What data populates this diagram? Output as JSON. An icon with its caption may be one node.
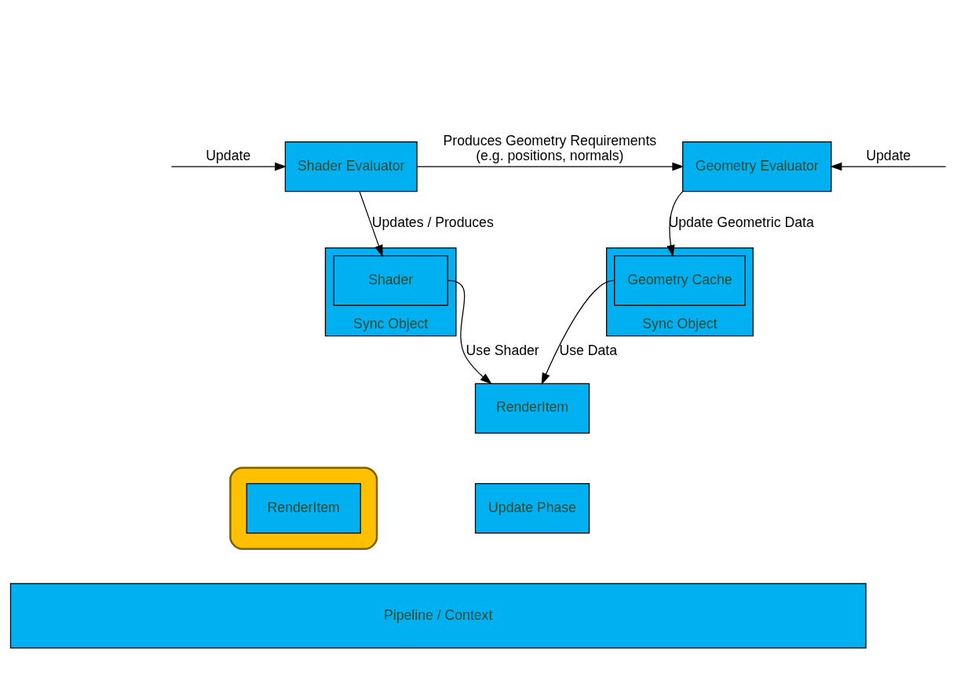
{
  "diagram": {
    "nodes": [
      {
        "text": [
          "Shader Evaluator"
        ]
      },
      {
        "text": [
          "Geometry Evaluator"
        ]
      },
      {
        "text": [
          "Sync Object"
        ]
      },
      {
        "text": [
          "Shader"
        ],
        "in": 2
      },
      {
        "text": [
          "Sync Object"
        ]
      },
      {
        "text": [
          "Geometry Cache"
        ],
        "in": 4
      },
      {
        "text": [
          "RenderItem"
        ]
      },
      {
        "text": [
          "Update Phase"
        ]
      },
      {
        "text": [],
        "shape": "arrow"
      },
      {
        "text": [
          "RenderItem"
        ],
        "in": 8
      },
      {
        "text": [
          "Pipeline / Context"
        ]
      }
    ],
    "edges": [
      {
        "from": null,
        "to": 0,
        "arrow": "to",
        "label": "Update"
      },
      {
        "from": null,
        "to": 1,
        "arrow": "to",
        "label": "Update"
      },
      {
        "from": 0,
        "to": 1,
        "arrow": "to",
        "label": "Produces Geometry Requirements (e.g. positions, normals)"
      },
      {
        "from": 0,
        "to": 3,
        "arrow": "to",
        "label": "Updates / Produces"
      },
      {
        "from": 1,
        "to": 5,
        "arrow": "to",
        "label": "Update Geometric Data"
      },
      {
        "from": 3,
        "to": 6,
        "arrow": "to",
        "label": "Use Shader"
      },
      {
        "from": 5,
        "to": 6,
        "arrow": "to",
        "label": "Use Data"
      }
    ]
  }
}
